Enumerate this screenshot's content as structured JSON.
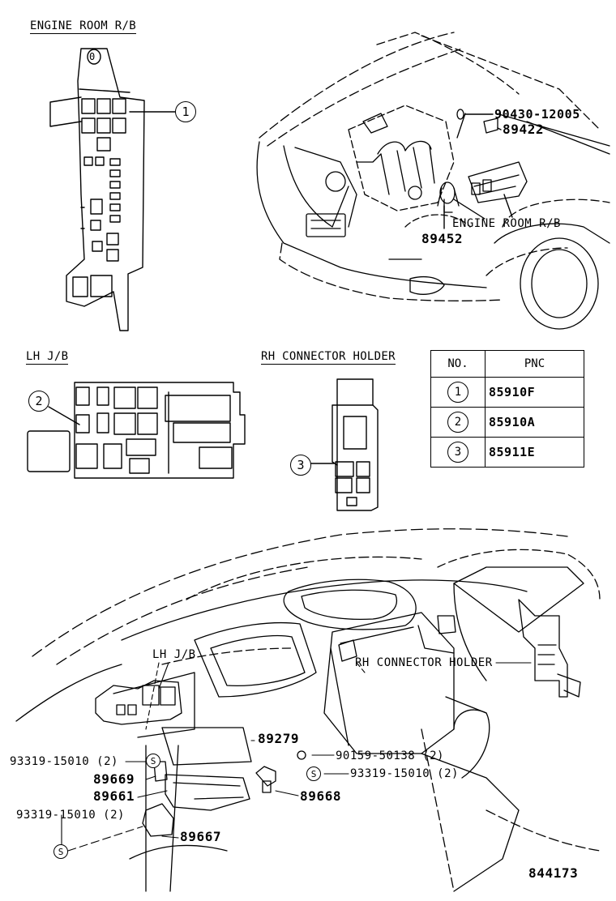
{
  "sections": {
    "engine_room_rb": "ENGINE ROOM R/B",
    "lh_jb": "LH J/B",
    "rh_connector_holder": "RH CONNECTOR HOLDER"
  },
  "callout_markers": {
    "c1": "1",
    "c2": "2",
    "c3": "3",
    "fuse_zero": "0"
  },
  "pnc_table": {
    "headers": [
      "NO.",
      "PNC"
    ],
    "rows": [
      {
        "no": "1",
        "pnc": "85910F"
      },
      {
        "no": "2",
        "pnc": "85910A"
      },
      {
        "no": "3",
        "pnc": "85911E"
      }
    ]
  },
  "engine_labels": {
    "p90430": "90430-12005",
    "p89422": "89422",
    "p89452": "89452",
    "engine_room_rb": "ENGINE ROOM R/B"
  },
  "dash_labels": {
    "lh_jb": "LH J/B",
    "rh_connector_holder": "RH CONNECTOR HOLDER",
    "p89279": "89279",
    "p90159": "90159-50138 (2)",
    "p93319_right": "93319-15010 (2)",
    "p89668": "89668",
    "p93319_left_top": "93319-15010 (2)",
    "p89669": "89669",
    "p89661": "89661",
    "p93319_left_bottom": "93319-15010 (2)",
    "p89667": "89667",
    "s_mark": "S"
  },
  "figure_number": "844173"
}
